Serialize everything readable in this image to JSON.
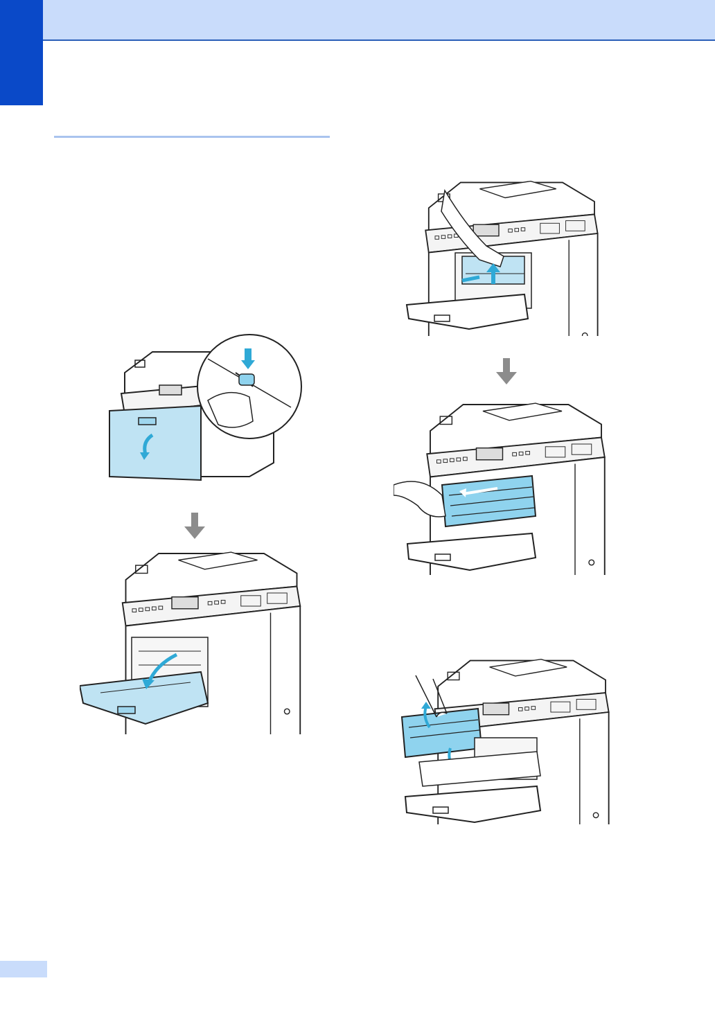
{
  "colors": {
    "header_band": "#c9dcfb",
    "side_tab": "#0a49c8",
    "accent_cyan": "#8fd3ee",
    "accent_cyan_dark": "#2fa9d6",
    "arrow_gray": "#8c8c8c",
    "line": "#222222"
  },
  "illustrations": [
    {
      "id": "cover-release",
      "icon": "printer-press-release-icon"
    },
    {
      "id": "front-cover-open",
      "icon": "printer-front-cover-open-icon"
    },
    {
      "id": "belt-unit-lift",
      "icon": "printer-belt-unit-icon"
    },
    {
      "id": "drum-unit-pull",
      "icon": "printer-drum-unit-icon"
    },
    {
      "id": "drum-unit-remove",
      "icon": "printer-drum-remove-icon"
    }
  ]
}
